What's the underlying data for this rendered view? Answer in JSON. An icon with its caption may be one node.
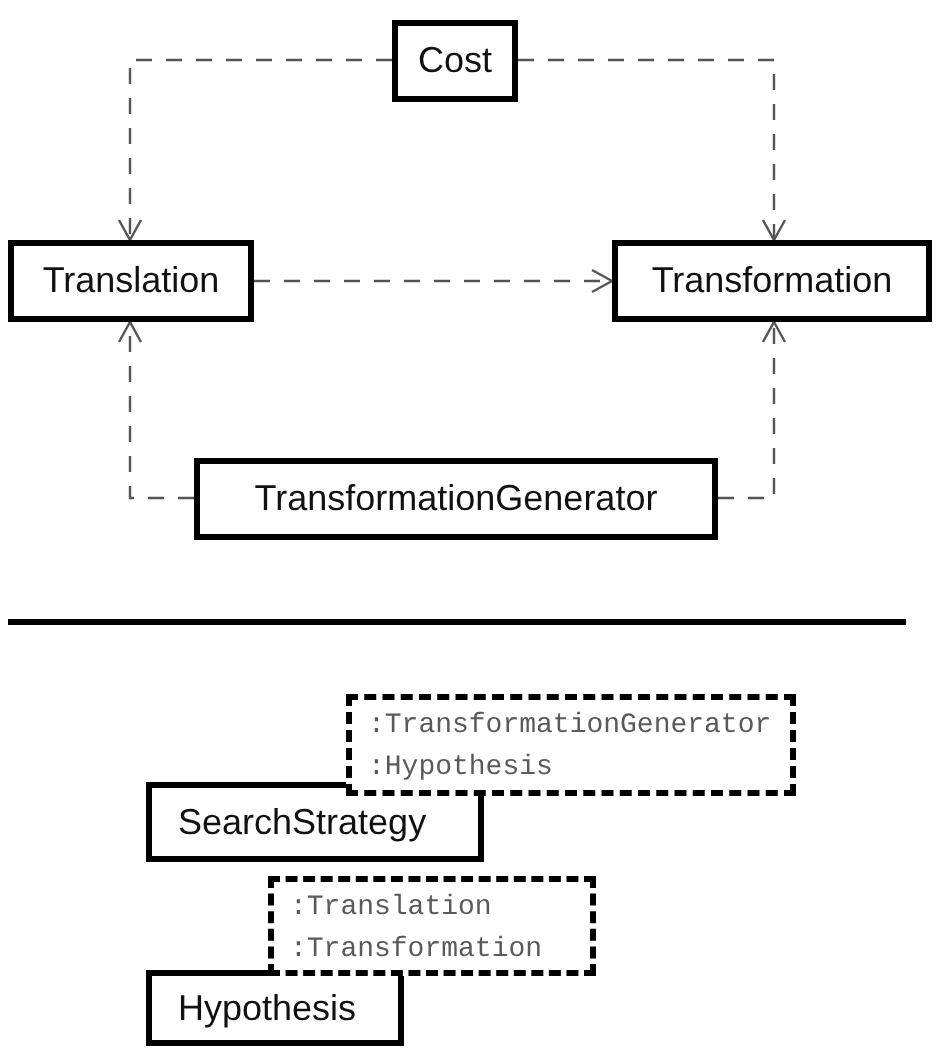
{
  "diagram": {
    "nodes": [
      {
        "text": [
          "Cost"
        ]
      },
      {
        "text": [
          "Translation"
        ]
      },
      {
        "text": [
          "Transformation"
        ]
      },
      {
        "text": [
          "TransformationGenerator"
        ]
      },
      {
        "text": [
          ":TransformationGenerator",
          ":Hypothesis"
        ]
      },
      {
        "text": [
          "SearchStrategy"
        ]
      },
      {
        "text": [
          ":Translation",
          ":Transformation"
        ]
      },
      {
        "text": [
          "Hypothesis"
        ]
      }
    ],
    "edges": [
      {
        "from": 0,
        "to": 1,
        "arrow": "to",
        "style": "dashed"
      },
      {
        "from": 0,
        "to": 2,
        "arrow": "to",
        "style": "dashed"
      },
      {
        "from": 1,
        "to": 2,
        "arrow": "to",
        "style": "dashed"
      },
      {
        "from": 3,
        "to": 1,
        "arrow": "to",
        "style": "dashed"
      },
      {
        "from": 3,
        "to": 2,
        "arrow": "to",
        "style": "dashed"
      }
    ]
  }
}
